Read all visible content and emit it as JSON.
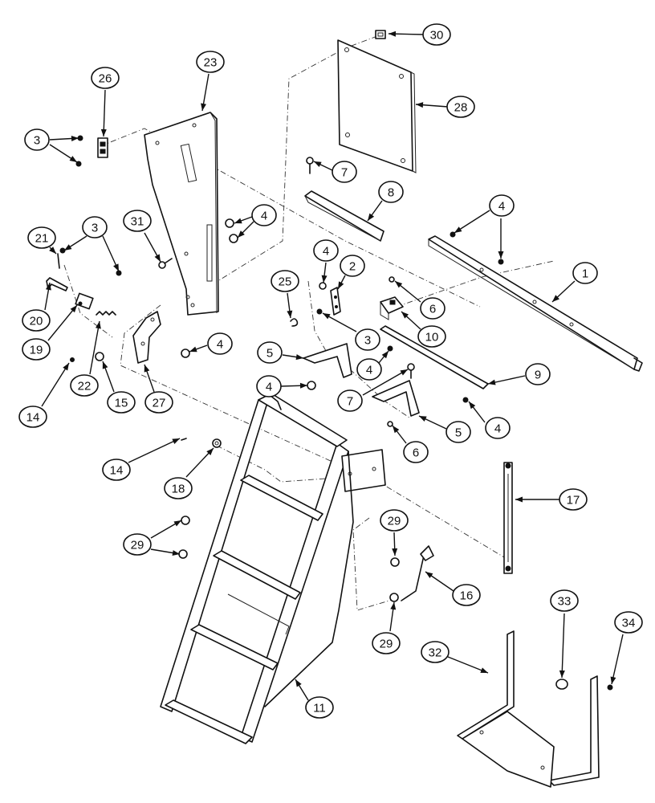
{
  "callouts": [
    {
      "id": "c1",
      "label": "1"
    },
    {
      "id": "c2",
      "label": "2"
    },
    {
      "id": "c3a",
      "label": "3"
    },
    {
      "id": "c3b",
      "label": "3"
    },
    {
      "id": "c3c",
      "label": "3"
    },
    {
      "id": "c4a",
      "label": "4"
    },
    {
      "id": "c4b",
      "label": "4"
    },
    {
      "id": "c4c",
      "label": "4"
    },
    {
      "id": "c4d",
      "label": "4"
    },
    {
      "id": "c4e",
      "label": "4"
    },
    {
      "id": "c4f",
      "label": "4"
    },
    {
      "id": "c4g",
      "label": "4"
    },
    {
      "id": "c5a",
      "label": "5"
    },
    {
      "id": "c5b",
      "label": "5"
    },
    {
      "id": "c6a",
      "label": "6"
    },
    {
      "id": "c6b",
      "label": "6"
    },
    {
      "id": "c7a",
      "label": "7"
    },
    {
      "id": "c7b",
      "label": "7"
    },
    {
      "id": "c8",
      "label": "8"
    },
    {
      "id": "c9",
      "label": "9"
    },
    {
      "id": "c10",
      "label": "10"
    },
    {
      "id": "c11",
      "label": "11"
    },
    {
      "id": "c14a",
      "label": "14"
    },
    {
      "id": "c14b",
      "label": "14"
    },
    {
      "id": "c15",
      "label": "15"
    },
    {
      "id": "c16",
      "label": "16"
    },
    {
      "id": "c17",
      "label": "17"
    },
    {
      "id": "c18",
      "label": "18"
    },
    {
      "id": "c19",
      "label": "19"
    },
    {
      "id": "c20",
      "label": "20"
    },
    {
      "id": "c21",
      "label": "21"
    },
    {
      "id": "c22",
      "label": "22"
    },
    {
      "id": "c23",
      "label": "23"
    },
    {
      "id": "c25",
      "label": "25"
    },
    {
      "id": "c26",
      "label": "26"
    },
    {
      "id": "c27",
      "label": "27"
    },
    {
      "id": "c28",
      "label": "28"
    },
    {
      "id": "c29a",
      "label": "29"
    },
    {
      "id": "c29b",
      "label": "29"
    },
    {
      "id": "c29c",
      "label": "29"
    },
    {
      "id": "c30",
      "label": "30"
    },
    {
      "id": "c31",
      "label": "31"
    },
    {
      "id": "c32",
      "label": "32"
    },
    {
      "id": "c33",
      "label": "33"
    },
    {
      "id": "c34",
      "label": "34"
    }
  ]
}
